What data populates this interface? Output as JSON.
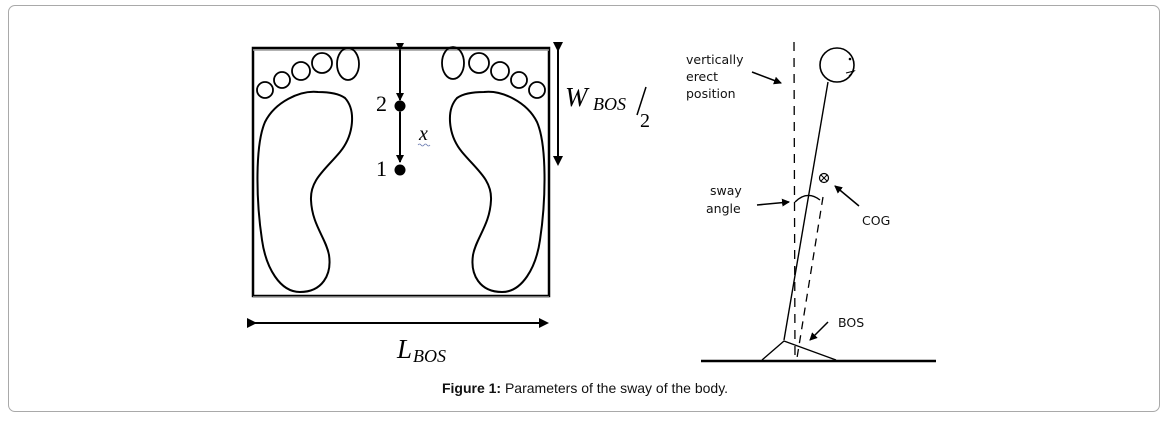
{
  "figure": {
    "left_panel": {
      "point_labels": [
        "2",
        "1"
      ],
      "distance_label": "x",
      "width_label": {
        "main": "W",
        "subscript": "BOS",
        "denominator": "2"
      },
      "length_label": {
        "main": "L",
        "subscript": "BOS"
      }
    },
    "right_panel": {
      "labels": {
        "vertical_line_1": "vertically",
        "vertical_line_2": "erect",
        "vertical_line_3": "position",
        "sway_1": "sway",
        "sway_2": "angle",
        "cog": "COG",
        "bos": "BOS"
      }
    },
    "caption": {
      "label": "Figure 1:",
      "text": " Parameters of the sway of the body."
    }
  }
}
